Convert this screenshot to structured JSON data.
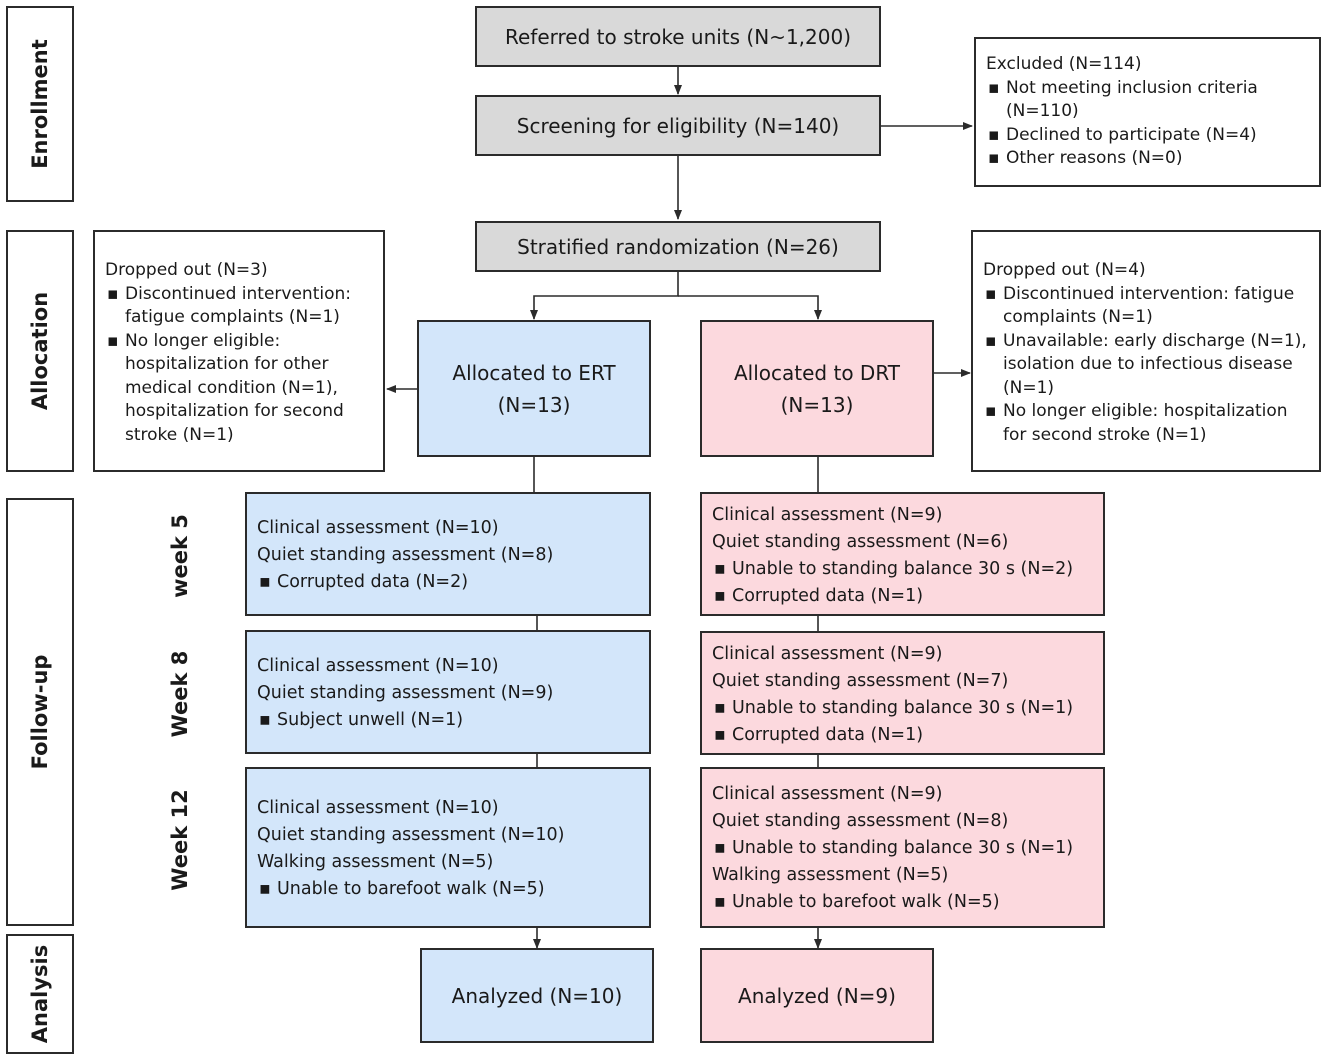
{
  "stages": {
    "enrollment": "Enrollment",
    "allocation": "Allocation",
    "followup": "Follow-up",
    "analysis": "Analysis"
  },
  "referred": "Referred to stroke units (N~1,200)",
  "screening": "Screening for eligibility (N=140)",
  "excluded": {
    "title": "Excluded (N=114)",
    "items": [
      "Not meeting inclusion criteria (N=110)",
      "Declined to participate (N=4)",
      "Other reasons (N=0)"
    ]
  },
  "randomization": "Stratified randomization (N=26)",
  "ert": {
    "label": "Allocated to ERT",
    "n": "(N=13)"
  },
  "drt": {
    "label": "Allocated to DRT",
    "n": "(N=13)"
  },
  "dropout_ert": {
    "title": "Dropped out (N=3)",
    "items": [
      "Discontinued intervention: fatigue complaints (N=1)",
      "No longer eligible: hospitalization for other medical condition (N=1), hospitalization for second stroke (N=1)"
    ]
  },
  "dropout_drt": {
    "title": "Dropped out (N=4)",
    "items": [
      "Discontinued intervention: fatigue complaints (N=1)",
      "Unavailable: early discharge (N=1), isolation due to infectious disease (N=1)",
      "No longer eligible: hospitalization for second stroke (N=1)"
    ]
  },
  "weeks": {
    "w5": "week 5",
    "w8": "Week 8",
    "w12": "Week 12"
  },
  "ert_w5": {
    "lines": [
      "Clinical assessment (N=10)",
      "Quiet standing assessment (N=8)"
    ],
    "bullets": [
      "Corrupted data (N=2)"
    ]
  },
  "drt_w5": {
    "lines": [
      "Clinical assessment (N=9)",
      "Quiet standing assessment (N=6)"
    ],
    "bullets": [
      "Unable to standing balance 30 s (N=2)",
      "Corrupted data (N=1)"
    ]
  },
  "ert_w8": {
    "lines": [
      "Clinical assessment (N=10)",
      "Quiet standing assessment (N=9)"
    ],
    "bullets": [
      "Subject unwell (N=1)"
    ]
  },
  "drt_w8": {
    "lines": [
      "Clinical assessment (N=9)",
      "Quiet standing assessment (N=7)"
    ],
    "bullets": [
      "Unable to standing balance 30 s (N=1)",
      "Corrupted data (N=1)"
    ]
  },
  "ert_w12": {
    "lines": [
      "Clinical assessment (N=10)",
      "Quiet standing assessment (N=10)",
      "Walking assessment (N=5)"
    ],
    "bullets": [
      "Unable to barefoot walk (N=5)"
    ]
  },
  "drt_w12": {
    "lines": [
      "Clinical assessment (N=9)",
      "Quiet standing assessment (N=8)"
    ],
    "bullet1": "Unable to standing balance 30 s (N=1)",
    "line3": "Walking assessment (N=5)",
    "bullet2": "Unable to barefoot walk (N=5)"
  },
  "analyzed_ert": "Analyzed (N=10)",
  "analyzed_drt": "Analyzed (N=9)",
  "colors": {
    "gray": "#d9d9d9",
    "blue": "#d3e6fa",
    "pink": "#fcd9de",
    "line": "#2b2b2b"
  }
}
